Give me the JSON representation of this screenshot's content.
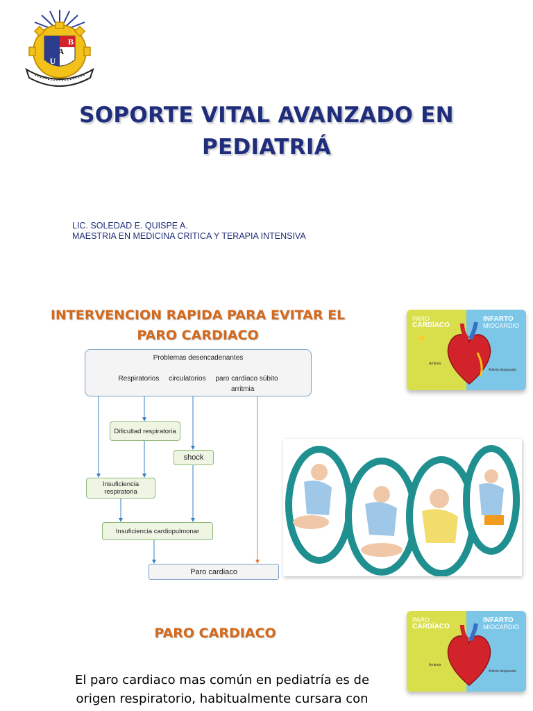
{
  "header": {
    "logo_letters": [
      "B",
      "A",
      "U"
    ],
    "logo_ring_text": "UNIVERSIDAD AUTÓNOMA JOSÉ BALLIVIÁN",
    "title_line1": "SOPORTE VITAL AVANZADO EN",
    "title_line2": "PEDIATRIÁ",
    "author_line1": "LIC. SOLEDAD E. QUISPE A.",
    "author_line2": "MAESTRIA EN MEDICINA CRITICA Y TERAPIA INTENSIVA"
  },
  "section1": {
    "heading_line1": "INTERVENCION RAPIDA PARA EVITAR EL",
    "heading_line2": "PARO CARDIACO",
    "diagram": {
      "top_title": "Problemas desencadenantes",
      "top_items": "Respiratorios     circulatorios     paro cardiaco súbito",
      "top_items2": "arritmia",
      "dificultad": "Dificultad respiratoria",
      "shock": "shock",
      "insuficiencia_resp": "Insuficiencia respiratoria",
      "insuficiencia_cp": "Insuficiencia cardiopulmonar",
      "paro": "Paro cardiaco"
    }
  },
  "card": {
    "left_top": "PARO",
    "left_main": "CARDÍACO",
    "right_top": "INFARTO",
    "right_main": "MIOCARDIO",
    "label_left": "Arritmia",
    "label_right": "Arteria bloqueada",
    "colors": {
      "yellow": "#d9df4a",
      "blue": "#7cc6e8",
      "heart": "#d2232a"
    }
  },
  "section2": {
    "heading": "PARO CARDIACO",
    "text_line1": "El paro cardiaco mas común  en pediatría es de",
    "text_line2": "origen respiratorio, habitualmente cursara con"
  },
  "colors": {
    "title": "#1f2d7a",
    "orange": "#d4691c",
    "teal": "#1f8f8f"
  }
}
